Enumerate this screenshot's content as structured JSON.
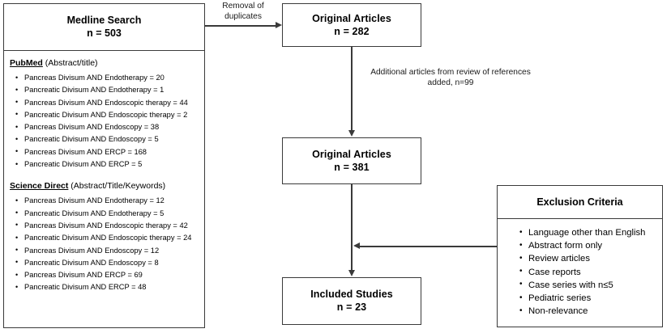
{
  "search_panel": {
    "header": {
      "title": "Medline Search",
      "count": "n = 503"
    },
    "sources": [
      {
        "name": "PubMed",
        "scope": " (Abstract/title)",
        "queries": [
          "Pancreas Divisum AND Endotherapy = 20",
          "Pancreatic Divisum AND Endotherapy = 1",
          "Pancreas Divisum AND Endoscopic therapy = 44",
          "Pancreatic Divisum AND Endoscopic therapy = 2",
          "Pancreas Divisum AND Endoscopy = 38",
          "Pancreatic Divisum AND Endoscopy = 5",
          "Pancreas Divisum AND ERCP = 168",
          "Pancreatic Divisum AND ERCP = 5"
        ]
      },
      {
        "name": "Science Direct",
        "scope": " (Abstract/Title/Keywords)",
        "queries": [
          "Pancreas Divisum AND Endotherapy = 12",
          "Pancreatic Divisum AND Endotherapy = 5",
          "Pancreas Divisum AND Endoscopic therapy = 42",
          "Pancreatic Divisum AND Endoscopic therapy = 24",
          "Pancreas Divisum AND Endoscopy = 12",
          "Pancreatic Divisum AND Endoscopy = 8",
          "Pancreas Divisum AND ERCP = 69",
          "Pancreatic Divisum AND ERCP = 48"
        ]
      }
    ]
  },
  "flow": {
    "original_282": {
      "title": "Original Articles",
      "count": "n = 282"
    },
    "original_381": {
      "title": "Original Articles",
      "count": "n = 381"
    },
    "included": {
      "title": "Included Studies",
      "count": "n = 23"
    }
  },
  "edges": {
    "removal": "Removal of duplicates",
    "additional": "Additional articles from review of references added, n=99"
  },
  "exclusion": {
    "title": "Exclusion Criteria",
    "items": [
      "Language other than English",
      "Abstract form only",
      "Review articles",
      "Case reports",
      "Case series with n≤5",
      "Pediatric series",
      "Non-relevance"
    ]
  },
  "colors": {
    "stroke": "#3a3a3a",
    "background": "#ffffff",
    "text": "#000000"
  }
}
